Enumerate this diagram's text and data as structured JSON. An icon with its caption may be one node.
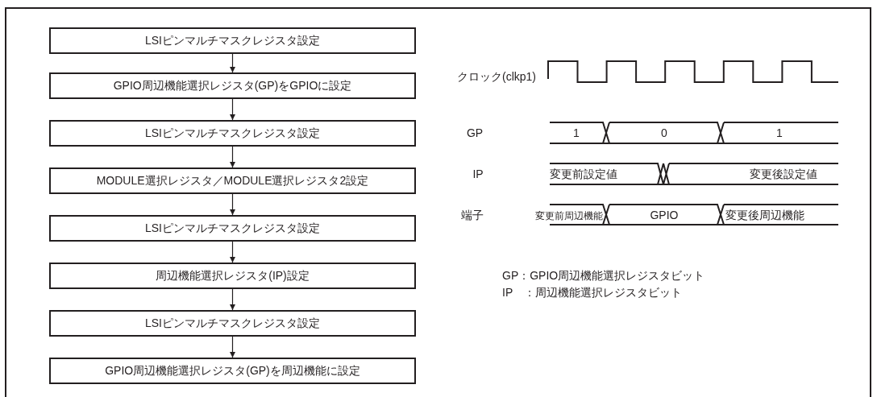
{
  "diagram": {
    "nodes": [
      {
        "text": [
          "LSIピンマルチマスクレジスタ設定"
        ]
      },
      {
        "text": [
          "GPIO周辺機能選択レジスタ(GP)をGPIOに設定"
        ]
      },
      {
        "text": [
          "LSIピンマルチマスクレジスタ設定"
        ]
      },
      {
        "text": [
          "MODULE選択レジスタ／MODULE選択レジスタ2設定"
        ]
      },
      {
        "text": [
          "LSIピンマルチマスクレジスタ設定"
        ]
      },
      {
        "text": [
          "周辺機能選択レジスタ(IP)設定"
        ]
      },
      {
        "text": [
          "LSIピンマルチマスクレジスタ設定"
        ]
      },
      {
        "text": [
          "GPIO周辺機能選択レジスタ(GP)を周辺機能に設定"
        ]
      }
    ],
    "edges": [
      {
        "from": 0,
        "to": 1,
        "arrow": "to"
      },
      {
        "from": 1,
        "to": 2,
        "arrow": "to"
      },
      {
        "from": 2,
        "to": 3,
        "arrow": "to"
      },
      {
        "from": 3,
        "to": 4,
        "arrow": "to"
      },
      {
        "from": 4,
        "to": 5,
        "arrow": "to"
      },
      {
        "from": 5,
        "to": 6,
        "arrow": "to"
      },
      {
        "from": 6,
        "to": 7,
        "arrow": "to"
      }
    ],
    "labels": [
      "クロック(clkp1)",
      "GP",
      "1",
      "0",
      "1",
      "IP",
      "変更前設定値",
      "変更後設定値",
      "端子",
      "変更前周辺機能",
      "GPIO",
      "変更後周辺機能",
      "GP：GPIO周辺機能選択レジスタビット",
      "IP　：周辺機能選択レジスタビット"
    ]
  }
}
